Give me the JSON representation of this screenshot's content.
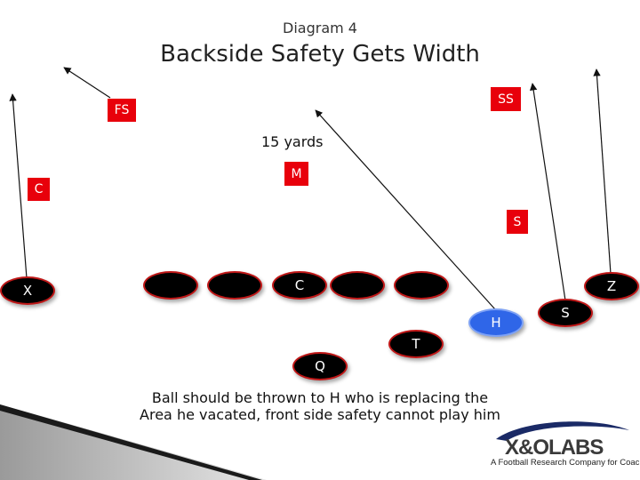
{
  "header": {
    "subtitle": "Diagram 4",
    "title": "Backside Safety Gets Width"
  },
  "annotation": "15 yards",
  "caption": "Ball should be thrown to H who is replacing the Area he vacated, front side safety cannot play him",
  "colors": {
    "defender": "#e8000b",
    "offense": "#000000",
    "target_receiver": "#2f66e8",
    "route": "#111111"
  },
  "defense": {
    "fs": "FS",
    "ss": "SS",
    "c": "C",
    "m": "M",
    "s": "S"
  },
  "offense": {
    "x": "X",
    "c": "C",
    "h": "H",
    "s": "S",
    "z": "Z",
    "t": "T",
    "q": "Q"
  },
  "logo": {
    "name": "X&OLABS",
    "tagline": "A Football Research Company for Coaches"
  }
}
